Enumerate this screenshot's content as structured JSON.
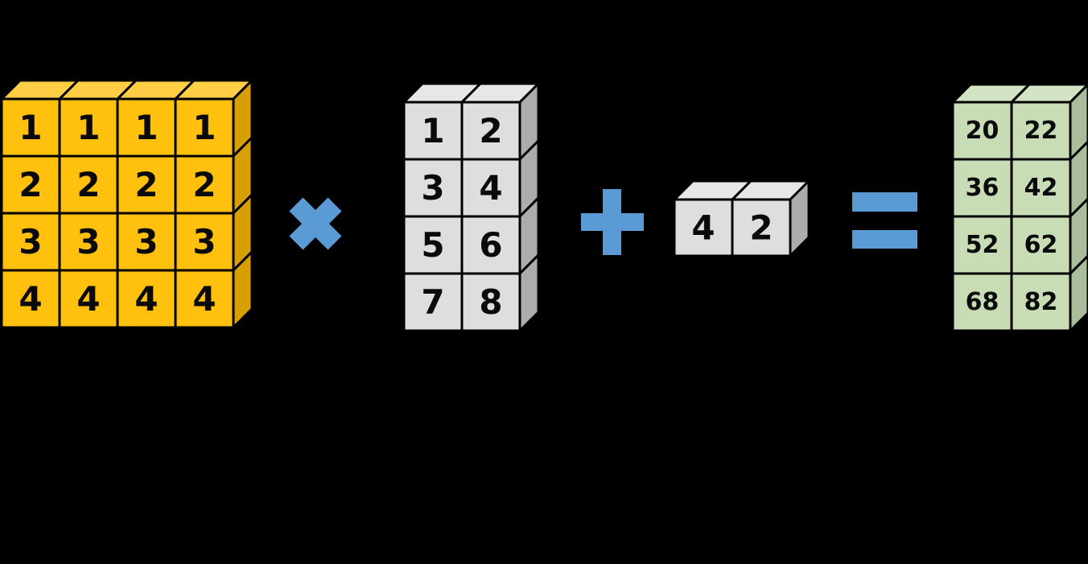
{
  "colors": {
    "background": "#000000",
    "accent_blue": "#5B9BD5",
    "matrix_a_front": "#FFC00E",
    "matrix_a_top": "#FFCE45",
    "matrix_a_side": "#D89F02",
    "matrix_b_front": "#DEDEDE",
    "matrix_b_top": "#E7E7E7",
    "matrix_b_side": "#ACACAC",
    "result_front": "#C8DCB6",
    "result_top": "#D4E3C3",
    "result_side": "#A9BD9A",
    "digit_color": "#0A0A0A",
    "outline": "#000000"
  },
  "matrices": {
    "a": {
      "rows": [
        [
          "1",
          "1",
          "1",
          "1"
        ],
        [
          "2",
          "2",
          "2",
          "2"
        ],
        [
          "3",
          "3",
          "3",
          "3"
        ],
        [
          "4",
          "4",
          "4",
          "4"
        ]
      ]
    },
    "b": {
      "rows": [
        [
          "1",
          "2"
        ],
        [
          "3",
          "4"
        ],
        [
          "5",
          "6"
        ],
        [
          "7",
          "8"
        ]
      ]
    },
    "c": {
      "rows": [
        [
          "4",
          "2"
        ]
      ]
    },
    "d": {
      "rows": [
        [
          "20",
          "22"
        ],
        [
          "36",
          "42"
        ],
        [
          "52",
          "62"
        ],
        [
          "68",
          "82"
        ]
      ]
    }
  },
  "operators": {
    "multiply": "×",
    "plus": "+",
    "equals": "="
  }
}
